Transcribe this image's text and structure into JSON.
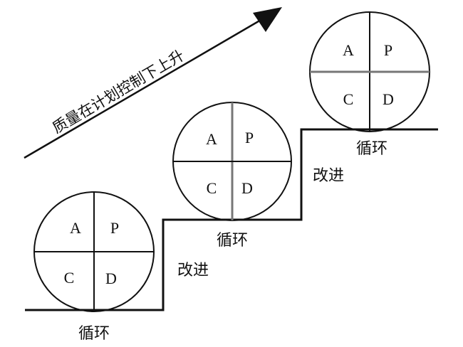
{
  "arrow": {
    "label": "质量在计划控制下上升"
  },
  "cycles": [
    {
      "quadrants": {
        "top_left": "A",
        "top_right": "P",
        "bottom_left": "C",
        "bottom_right": "D"
      },
      "label": "循环"
    },
    {
      "quadrants": {
        "top_left": "A",
        "top_right": "P",
        "bottom_left": "C",
        "bottom_right": "D"
      },
      "label": "循环"
    },
    {
      "quadrants": {
        "top_left": "A",
        "top_right": "P",
        "bottom_left": "C",
        "bottom_right": "D"
      },
      "label": "循环"
    }
  ],
  "steps": [
    {
      "label": "改进"
    },
    {
      "label": "改进"
    }
  ]
}
